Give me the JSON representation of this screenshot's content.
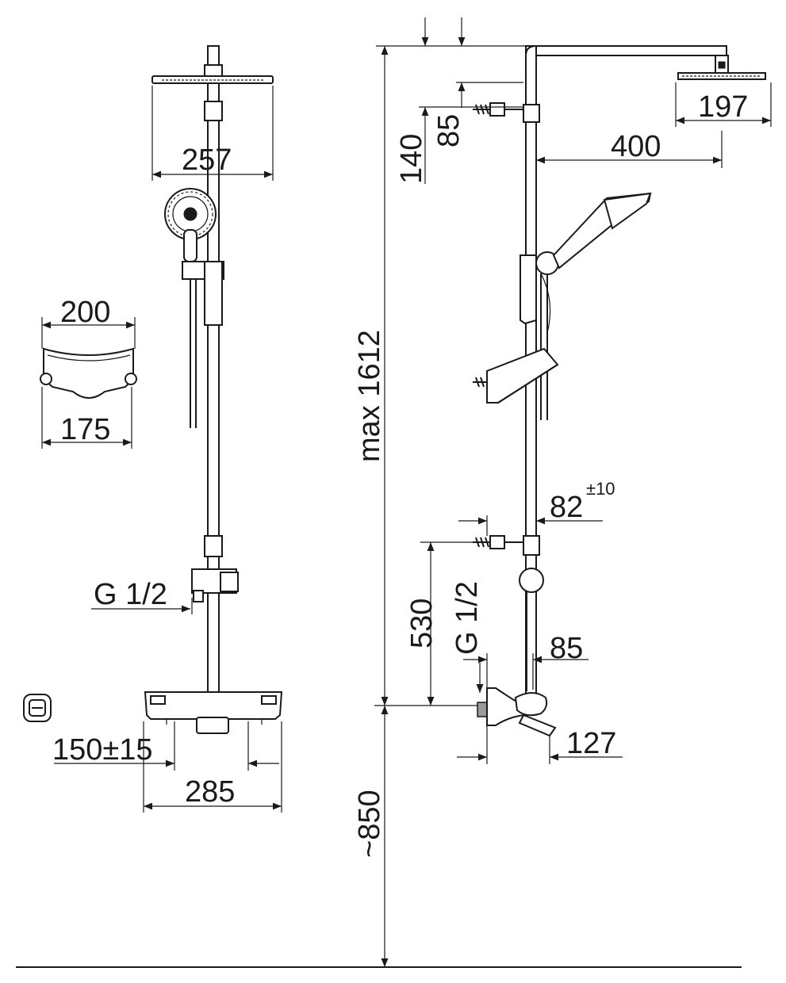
{
  "dimensions": {
    "d257": "257",
    "d200": "200",
    "d175": "175",
    "g_half_left": "G 1/2",
    "d150": "150±15",
    "d285": "285",
    "d140": "140",
    "d85_top": "85",
    "d197": "197",
    "d400": "400",
    "max1612": "max 1612",
    "d82": "82",
    "tol82": "±10",
    "d530": "530",
    "g_half_right": "G 1/2",
    "d85_bottom": "85",
    "d127": "127",
    "d850": "~850"
  },
  "colors": {
    "line": "#1a1a1a",
    "background": "#ffffff",
    "connector": "#9a9a9a"
  }
}
